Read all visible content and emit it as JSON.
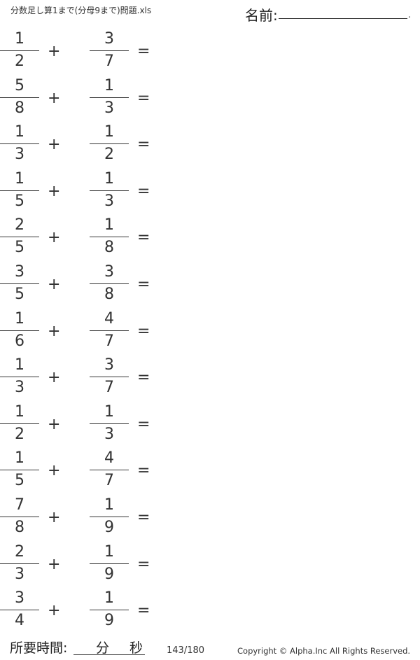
{
  "header": {
    "title": "分数足し算1まで(分母9まで)問題.xls",
    "name_label": "名前:",
    "name_end": "."
  },
  "operators": {
    "plus": "+",
    "equals": "="
  },
  "problems": [
    {
      "a_num": "1",
      "a_den": "2",
      "b_num": "3",
      "b_den": "7"
    },
    {
      "a_num": "5",
      "a_den": "8",
      "b_num": "1",
      "b_den": "3"
    },
    {
      "a_num": "1",
      "a_den": "3",
      "b_num": "1",
      "b_den": "2"
    },
    {
      "a_num": "1",
      "a_den": "5",
      "b_num": "1",
      "b_den": "3"
    },
    {
      "a_num": "2",
      "a_den": "5",
      "b_num": "1",
      "b_den": "8"
    },
    {
      "a_num": "3",
      "a_den": "5",
      "b_num": "3",
      "b_den": "8"
    },
    {
      "a_num": "1",
      "a_den": "6",
      "b_num": "4",
      "b_den": "7"
    },
    {
      "a_num": "1",
      "a_den": "3",
      "b_num": "3",
      "b_den": "7"
    },
    {
      "a_num": "1",
      "a_den": "2",
      "b_num": "1",
      "b_den": "3"
    },
    {
      "a_num": "1",
      "a_den": "5",
      "b_num": "4",
      "b_den": "7"
    },
    {
      "a_num": "7",
      "a_den": "8",
      "b_num": "1",
      "b_den": "9"
    },
    {
      "a_num": "2",
      "a_den": "3",
      "b_num": "1",
      "b_den": "9"
    },
    {
      "a_num": "3",
      "a_den": "4",
      "b_num": "1",
      "b_den": "9"
    }
  ],
  "footer": {
    "time_label": "所要時間:",
    "minutes": "分",
    "seconds": "秒",
    "page": "143/180",
    "copyright": "Copyright ©  Alpha.Inc All Rights Reserved."
  }
}
